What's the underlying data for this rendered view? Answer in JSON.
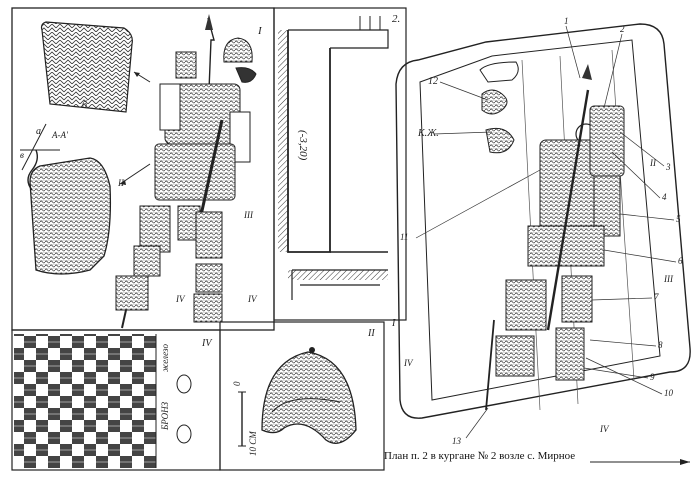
{
  "caption": "План п. 2 в кургане № 2 возле с. Мирное",
  "section_labels": {
    "top_left": "I",
    "upper_middle": "II",
    "lower_middle": "I",
    "lower_left": "IV"
  },
  "section_marks": {
    "a": "a",
    "b": "б",
    "v": "в"
  },
  "section_line": "А-А'",
  "depth_label": "(-3,20)",
  "section_number": "2.",
  "kzh_label": "К.Ж.",
  "legend": {
    "iron": "железо",
    "bronze": "БРОНЗ",
    "scale": "10 СМ",
    "zero": "0"
  },
  "numbers": [
    "1",
    "2",
    "3",
    "4",
    "5",
    "6",
    "7",
    "8",
    "9",
    "10",
    "11",
    "12",
    "13"
  ],
  "roman": {
    "ii": "II",
    "iii": "III",
    "iv": "IV"
  }
}
